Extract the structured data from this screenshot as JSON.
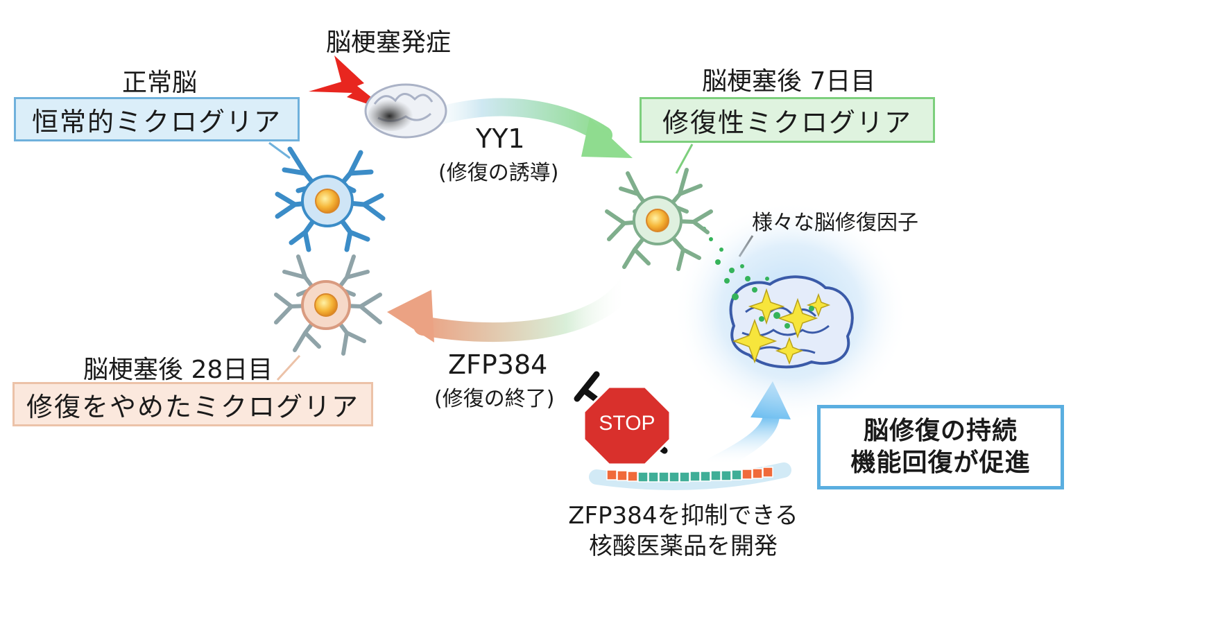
{
  "onset_label": "脳梗塞発症",
  "normal_brain_label": "正常脳",
  "homeostatic_label": "恒常的ミクログリア",
  "day7_label": "脳梗塞後 7日目",
  "repair_label": "修復性ミクログリア",
  "yy1_label": "YY1",
  "yy1_sub": "(修復の誘導)",
  "factors_label": "様々な脳修復因子",
  "day28_label": "脳梗塞後 28日目",
  "stopped_label": "修復をやめたミクログリア",
  "zfp_label": "ZFP384",
  "zfp_sub": "(修復の終了)",
  "stop_sign": "STOP",
  "outcome_line1": "脳修復の持続",
  "outcome_line2": "機能回復が促進",
  "drug_line1": "ZFP384を抑制できる",
  "drug_line2": "核酸医薬品を開発",
  "colors": {
    "homeostatic": "#6fb1dc",
    "repair": "#7dcf7d",
    "stopped": "#ecc2a8",
    "outcome_border": "#5aaee0",
    "stop_red": "#d9302c"
  }
}
